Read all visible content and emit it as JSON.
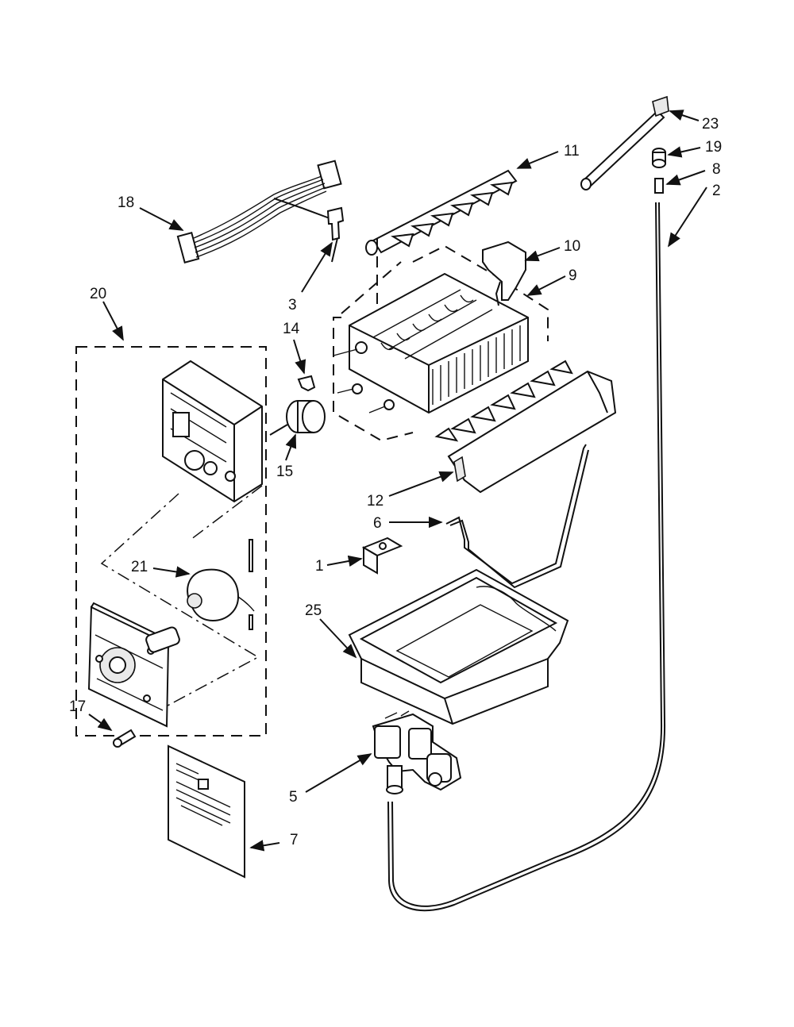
{
  "diagram": {
    "callouts": [
      {
        "id": "1",
        "label": "1"
      },
      {
        "id": "2",
        "label": "2"
      },
      {
        "id": "3",
        "label": "3"
      },
      {
        "id": "5",
        "label": "5"
      },
      {
        "id": "6",
        "label": "6"
      },
      {
        "id": "7",
        "label": "7"
      },
      {
        "id": "8",
        "label": "8"
      },
      {
        "id": "9",
        "label": "9"
      },
      {
        "id": "10",
        "label": "10"
      },
      {
        "id": "11",
        "label": "11"
      },
      {
        "id": "12",
        "label": "12"
      },
      {
        "id": "14",
        "label": "14"
      },
      {
        "id": "15",
        "label": "15"
      },
      {
        "id": "17",
        "label": "17"
      },
      {
        "id": "18",
        "label": "18"
      },
      {
        "id": "19",
        "label": "19"
      },
      {
        "id": "20",
        "label": "20"
      },
      {
        "id": "21",
        "label": "21"
      },
      {
        "id": "23",
        "label": "23"
      },
      {
        "id": "25",
        "label": "25"
      }
    ]
  }
}
